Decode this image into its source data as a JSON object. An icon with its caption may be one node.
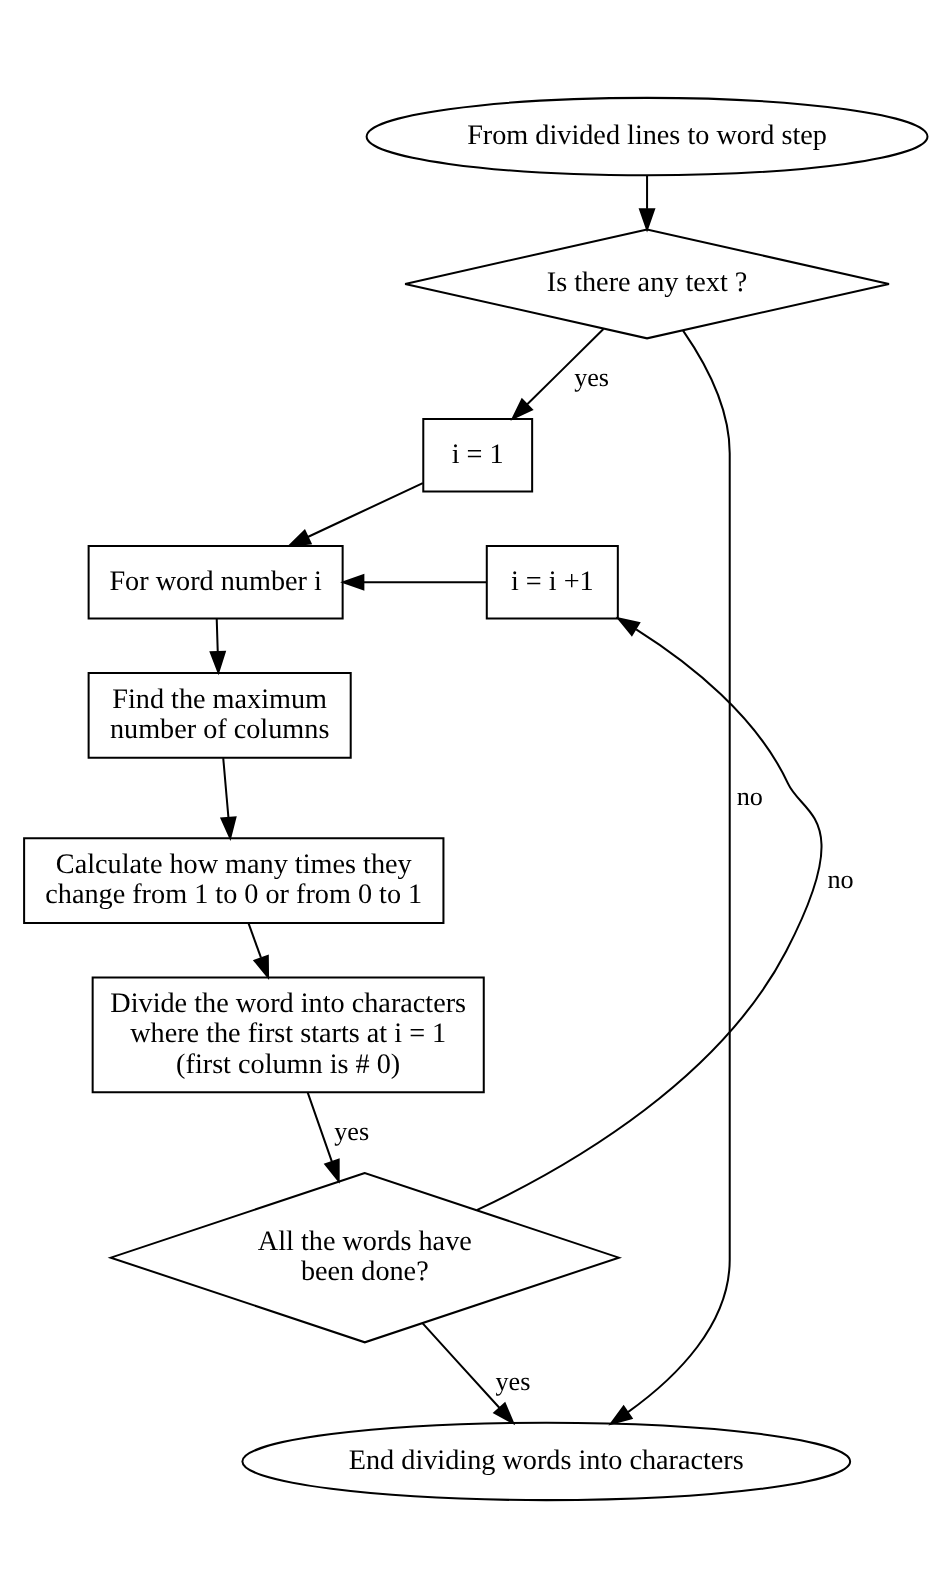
{
  "diagram": {
    "nodes": [
      {
        "text": [
          "From divided lines to word step"
        ]
      },
      {
        "text": [
          "Is there any text ?"
        ]
      },
      {
        "text": [
          "i = 1"
        ]
      },
      {
        "text": [
          "For word number i"
        ]
      },
      {
        "text": [
          "i = i +1"
        ]
      },
      {
        "text": [
          "Find the maximum number of columns"
        ]
      },
      {
        "text": [
          "Calculate how many times they change from 1 to 0 or from 0 to 1"
        ]
      },
      {
        "text": [
          "Divide the word into characters where the first starts at i = 1 (first column is # 0)"
        ]
      },
      {
        "text": [
          "All the words have been done?"
        ]
      },
      {
        "text": [
          "End dividing words into characters"
        ]
      }
    ],
    "edges": [
      {
        "from": 0,
        "to": 1,
        "arrow": "to"
      },
      {
        "from": 1,
        "to": 9,
        "label": "no",
        "arrow": "to"
      },
      {
        "from": 1,
        "to": 2,
        "label": "yes",
        "arrow": "to"
      },
      {
        "from": 2,
        "to": 3,
        "arrow": "to"
      },
      {
        "from": 4,
        "to": 3,
        "arrow": "to"
      },
      {
        "from": 3,
        "to": 5,
        "arrow": "to"
      },
      {
        "from": 5,
        "to": 6,
        "arrow": "to"
      },
      {
        "from": 6,
        "to": 7,
        "arrow": "to"
      },
      {
        "from": 7,
        "to": 8,
        "label": "yes",
        "arrow": "to"
      },
      {
        "from": 8,
        "to": 4,
        "label": "no",
        "arrow": "to"
      },
      {
        "from": 8,
        "to": 9,
        "label": "yes",
        "arrow": "to"
      }
    ]
  }
}
